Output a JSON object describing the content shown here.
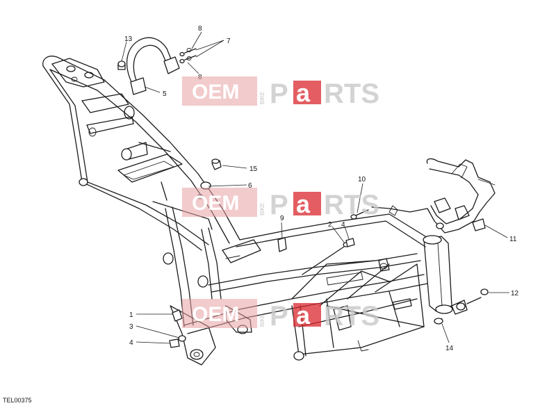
{
  "diagram": {
    "reference_code": "TEL00375",
    "callouts": [
      "1",
      "2",
      "3",
      "4",
      "4",
      "5",
      "6",
      "7",
      "8",
      "8",
      "9",
      "10",
      "11",
      "12",
      "13",
      "14",
      "15"
    ]
  },
  "watermark": {
    "oem": "OEM",
    "bike": "BIKE",
    "p": "P",
    "a": "a",
    "rts": "RTS"
  }
}
